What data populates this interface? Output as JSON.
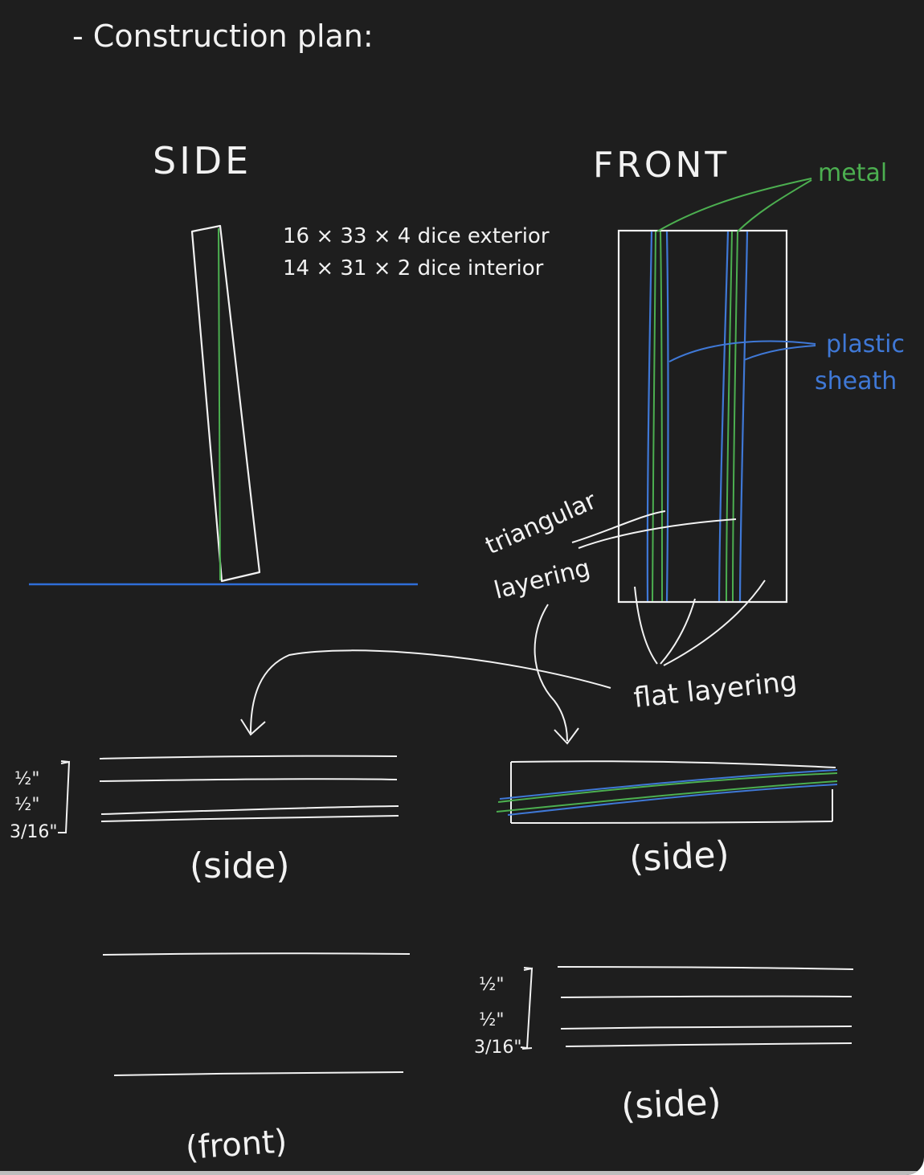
{
  "heading": "- Construction plan:",
  "side_view": {
    "label": "SIDE"
  },
  "front_view": {
    "label": "FRONT",
    "metal_label": "metal",
    "plastic_label_line1": "plastic",
    "plastic_label_line2": "sheath"
  },
  "dimensions": {
    "exterior": "16 × 33 × 4 dice exterior",
    "interior": "14 × 31 × 2 dice interior"
  },
  "annotations": {
    "triangular_line1": "triangular",
    "triangular_line2": "layering",
    "flat": "flat layering"
  },
  "layer_diagrams": {
    "left_side_caption": "(side)",
    "right_side_caption": "(side)",
    "bottom_right_caption": "(side)",
    "front_caption": "(front)",
    "thickness_1": "½\"",
    "thickness_2": "½\"",
    "thickness_3": "3/16\""
  },
  "colors": {
    "background": "#1e1e1e",
    "ink": "#f2f2f2",
    "metal": "#4caf50",
    "plastic": "#3f78d6",
    "ground": "#2f6ed8"
  }
}
